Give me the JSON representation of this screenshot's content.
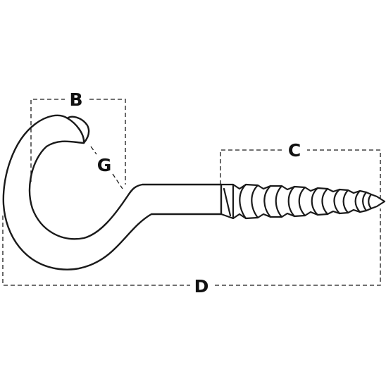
{
  "dimensions": {
    "b": "B",
    "c": "C",
    "d": "D",
    "g": "G"
  },
  "colors": {
    "line": "#1a1a1a",
    "background": "#ffffff"
  }
}
